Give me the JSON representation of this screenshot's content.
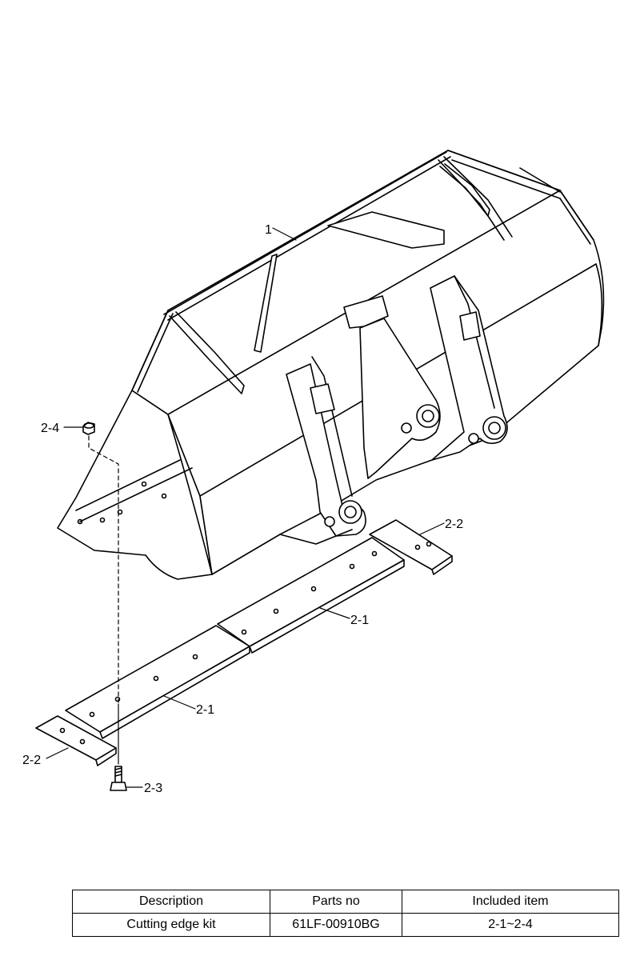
{
  "diagram": {
    "callouts": [
      {
        "id": "c1",
        "text": "1"
      },
      {
        "id": "c2-4",
        "text": "2-4"
      },
      {
        "id": "c2-2-right",
        "text": "2-2"
      },
      {
        "id": "c2-1-right",
        "text": "2-1"
      },
      {
        "id": "c2-1-left",
        "text": "2-1"
      },
      {
        "id": "c2-2-left",
        "text": "2-2"
      },
      {
        "id": "c2-3",
        "text": "2-3"
      }
    ]
  },
  "parts_table": {
    "headers": [
      "Description",
      "Parts no",
      "Included item"
    ],
    "rows": [
      [
        "Cutting edge kit",
        "61LF-00910BG",
        "2-1~2-4"
      ]
    ]
  }
}
